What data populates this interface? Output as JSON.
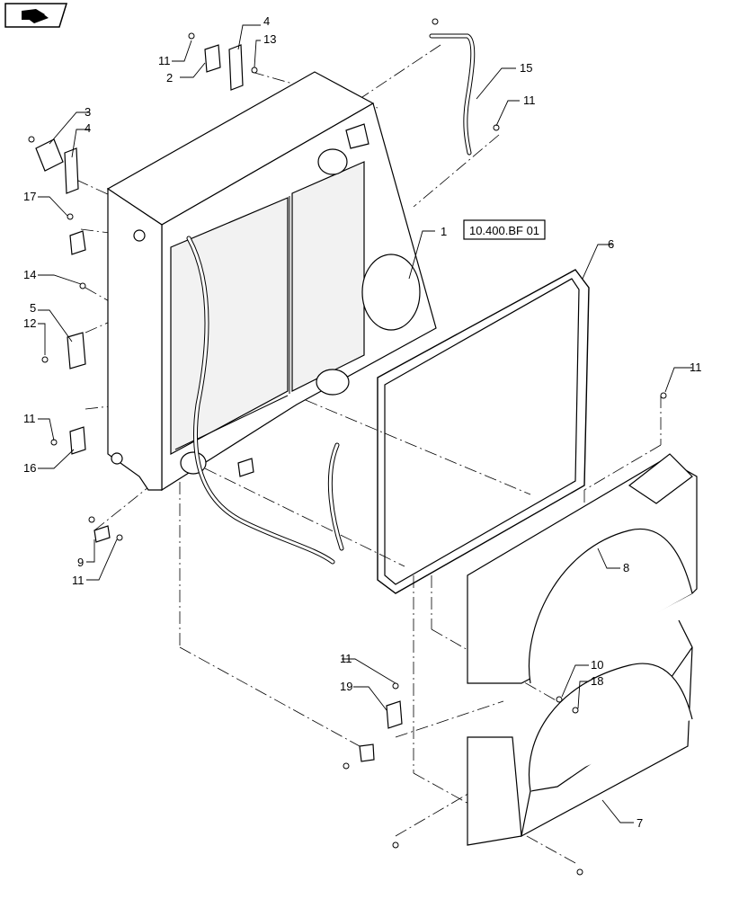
{
  "reference": {
    "text": "10.400.BF 01"
  },
  "nav_icon": "book-page-icon",
  "callouts": [
    {
      "id": "c1",
      "text": "1"
    },
    {
      "id": "c2",
      "text": "2"
    },
    {
      "id": "c3",
      "text": "3"
    },
    {
      "id": "c4a",
      "text": "4"
    },
    {
      "id": "c4b",
      "text": "4"
    },
    {
      "id": "c5",
      "text": "5"
    },
    {
      "id": "c6",
      "text": "6"
    },
    {
      "id": "c7",
      "text": "7"
    },
    {
      "id": "c8",
      "text": "8"
    },
    {
      "id": "c9",
      "text": "9"
    },
    {
      "id": "c10",
      "text": "10"
    },
    {
      "id": "c11a",
      "text": "11"
    },
    {
      "id": "c11b",
      "text": "11"
    },
    {
      "id": "c11c",
      "text": "11"
    },
    {
      "id": "c11d",
      "text": "11"
    },
    {
      "id": "c11e",
      "text": "11"
    },
    {
      "id": "c11f",
      "text": "11"
    },
    {
      "id": "c12",
      "text": "12"
    },
    {
      "id": "c13",
      "text": "13"
    },
    {
      "id": "c14",
      "text": "14"
    },
    {
      "id": "c15",
      "text": "15"
    },
    {
      "id": "c16",
      "text": "16"
    },
    {
      "id": "c17",
      "text": "17"
    },
    {
      "id": "c18",
      "text": "18"
    },
    {
      "id": "c19",
      "text": "19"
    }
  ]
}
